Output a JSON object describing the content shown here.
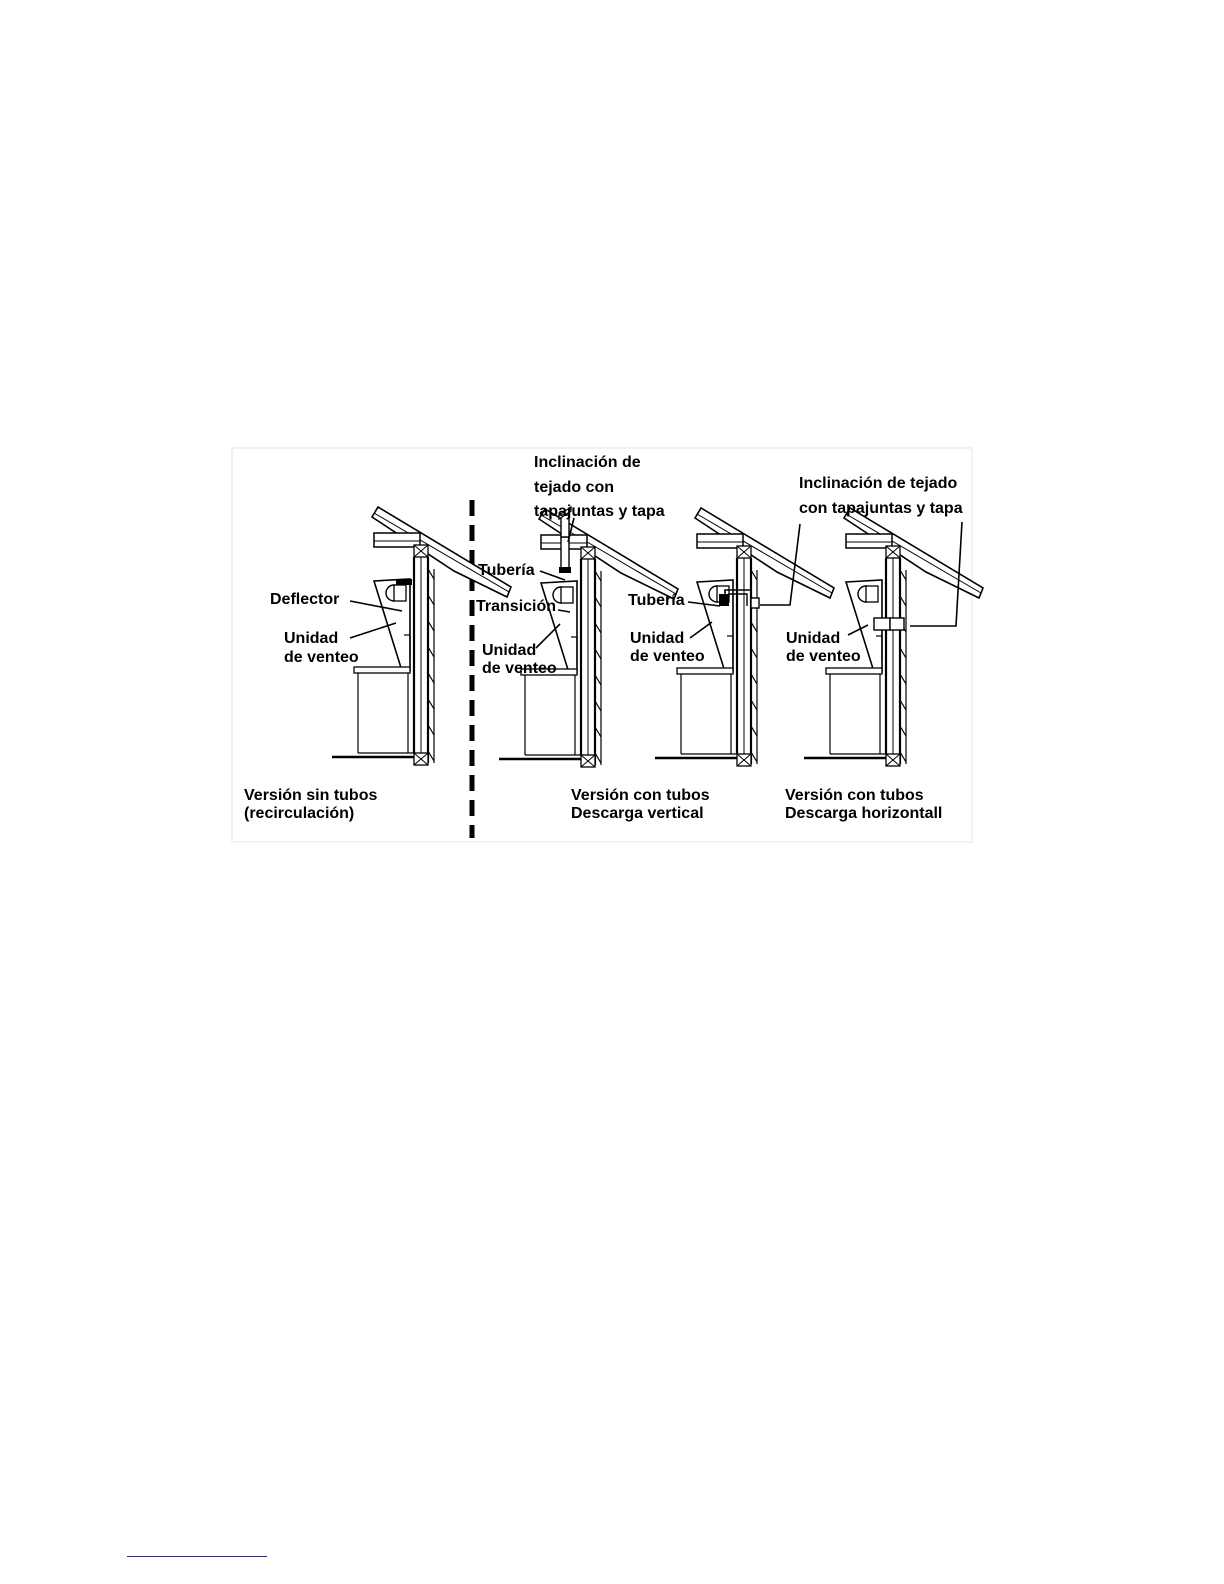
{
  "figure": {
    "panels": [
      {
        "id": "recirc",
        "labels": {
          "deflector": "Deflector",
          "unit": [
            "Unidad",
            "de venteo"
          ]
        },
        "caption": [
          "Versión sin tubos",
          "(recirculación)"
        ]
      },
      {
        "id": "vertical",
        "labels": {
          "roof": [
            "Inclinación de",
            "tejado con",
            "tapajuntas y tapa"
          ],
          "pipe": "Tubería",
          "transition": "Transición",
          "unit": [
            "Unidad",
            "de venteo"
          ]
        },
        "caption": [
          "Versión con tubos",
          "Descarga vertical"
        ]
      },
      {
        "id": "horiz-left",
        "labels": {
          "pipe": "Tubería",
          "unit": [
            "Unidad",
            "de venteo"
          ]
        },
        "caption": []
      },
      {
        "id": "horiz-right",
        "labels": {
          "unit": [
            "Unidad",
            "de venteo"
          ]
        },
        "caption": [
          "Versión con tubos",
          "Descarga horizontall"
        ]
      }
    ],
    "shared_roof_label": [
      "Inclinación de tejado",
      "con tapajuntas y tapa"
    ]
  }
}
